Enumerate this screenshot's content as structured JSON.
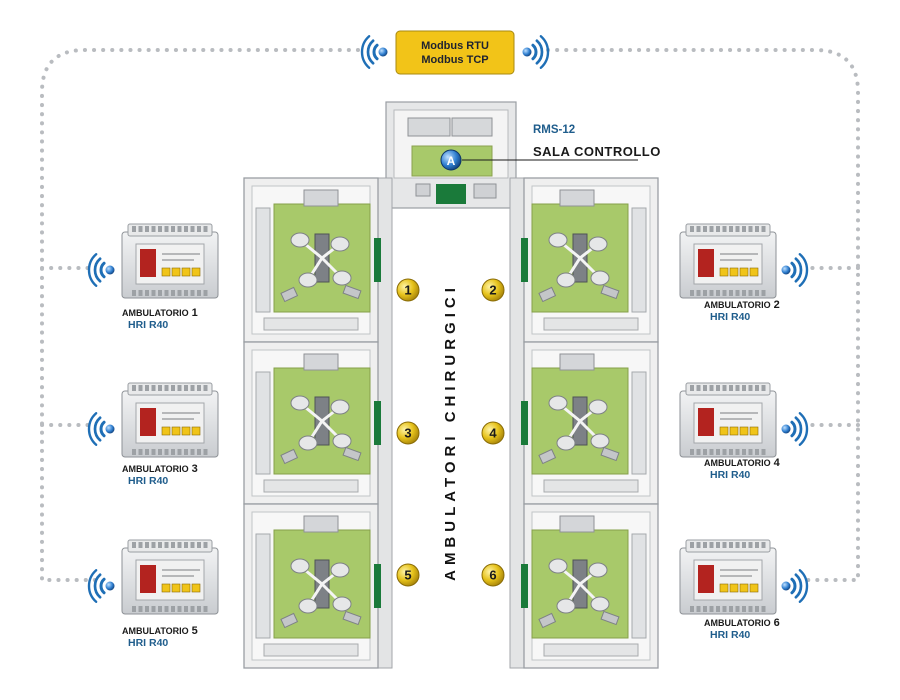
{
  "colors": {
    "accent": "#1f5d8c",
    "gateway": "#f2c418",
    "room_floor": "#a8c96a",
    "dots": "#b9bcc0",
    "wave": "#1f6fb6",
    "panel_red": "#b3231f",
    "door_green": "#1a7a3a"
  },
  "gateway": {
    "line1": "Modbus RTU",
    "line2": "Modbus TCP",
    "icon": "wireless-icon"
  },
  "control_room": {
    "model": "RMS-12",
    "name": "SALA CONTROLLO",
    "marker": "A"
  },
  "corridor_label": "AMBULATORI CHIRURGICI",
  "rooms": [
    {
      "number": "1"
    },
    {
      "number": "2"
    },
    {
      "number": "3"
    },
    {
      "number": "4"
    },
    {
      "number": "5"
    },
    {
      "number": "6"
    }
  ],
  "devices": [
    {
      "name": "AMBULATORIO",
      "num": "1",
      "model": "HRI R40"
    },
    {
      "name": "AMBULATORIO",
      "num": "2",
      "model": "HRI R40"
    },
    {
      "name": "AMBULATORIO",
      "num": "3",
      "model": "HRI R40"
    },
    {
      "name": "AMBULATORIO",
      "num": "4",
      "model": "HRI R40"
    },
    {
      "name": "AMBULATORIO",
      "num": "5",
      "model": "HRI R40"
    },
    {
      "name": "AMBULATORIO",
      "num": "6",
      "model": "HRI R40"
    }
  ]
}
